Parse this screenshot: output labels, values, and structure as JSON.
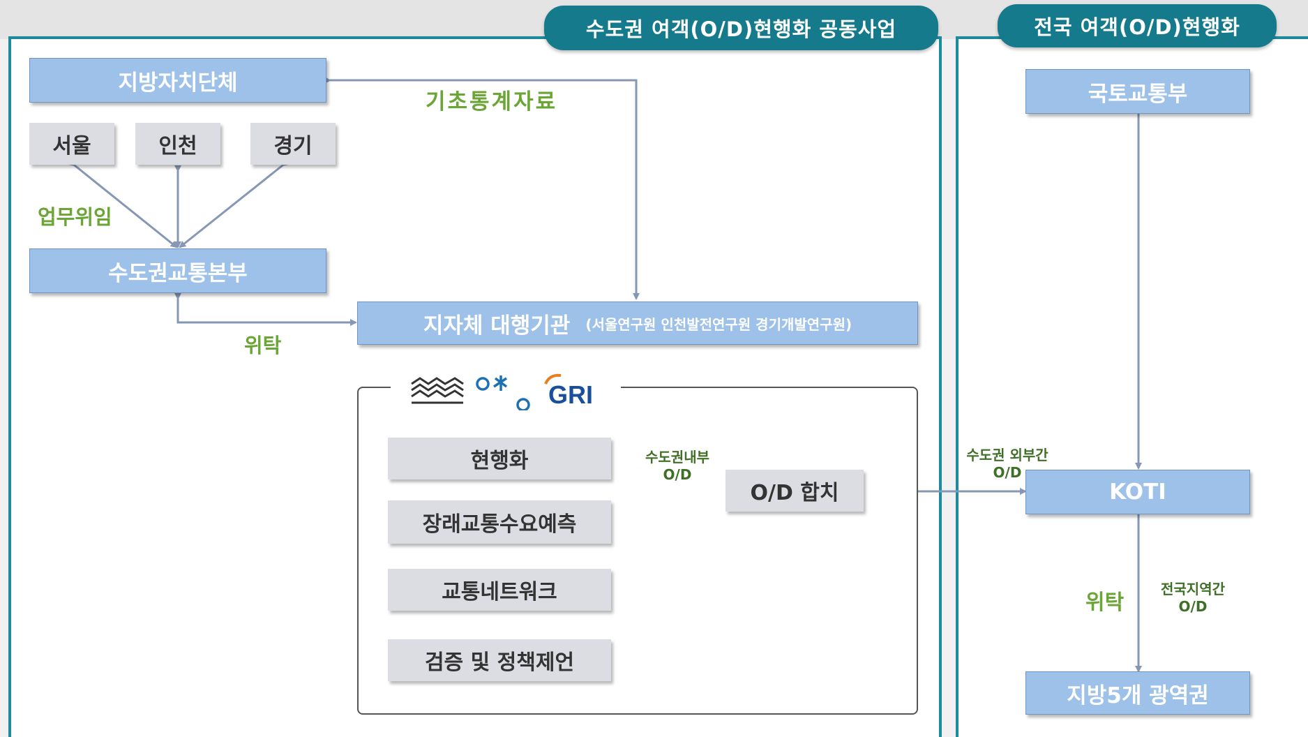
{
  "tabs": {
    "metro": "수도권 여객(O/D)현행화 공동사업",
    "national": "전국 여객(O/D)현행화"
  },
  "left": {
    "local_gov": "지방자치단체",
    "seoul": "서울",
    "incheon": "인천",
    "gyeonggi": "경기",
    "metro_hq": "수도권교통본부",
    "agency_main": "지자체 대행기관",
    "agency_sub": "(서울연구원  인천발전연구원  경기개발연구원)",
    "label_stats": "기초통계자료",
    "label_delegation": "업무위임",
    "label_consign": "위탁",
    "tasks": [
      "현행화",
      "장래교통수요예측",
      "교통네트워크",
      "검증 및 정책제언"
    ],
    "merge": "O/D 합치",
    "internal_label_line1": "수도권내부",
    "internal_label_line2": "O/D",
    "logo_gri": "GRI"
  },
  "right": {
    "molit": "국토교통부",
    "koti": "KOTI",
    "regions": "지방5개 광역권",
    "external_label_line1": "수도권 외부간",
    "external_label_line2": "O/D",
    "label_consign": "위탁",
    "intercity_line1": "전국지역간",
    "intercity_line2": "O/D"
  },
  "colors": {
    "teal": "#1e8b9c",
    "box_blue": "#9dc1e8",
    "box_grey": "#dcdde3",
    "label_green": "#6aa535",
    "arrow": "#8597b5"
  }
}
